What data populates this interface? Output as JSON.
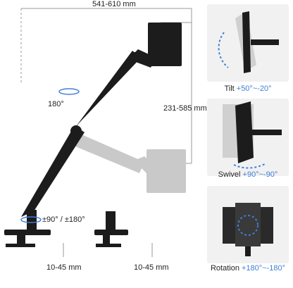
{
  "dimensions": {
    "width_range": "541-610 mm",
    "height_range": "231-585 mm",
    "elbow_rotation": "180°",
    "base_rotation": "±90° / ±180°",
    "clamp_left": "10-45 mm",
    "clamp_right": "10-45 mm"
  },
  "features": [
    {
      "name": "Tilt",
      "value": "+50°~-20°"
    },
    {
      "name": "Swivel",
      "value": "+90°~-90°"
    },
    {
      "name": "Rotation",
      "value": "+180°~-180°"
    }
  ],
  "colors": {
    "accent": "#3f7fd6",
    "arm": "#1c1c1c",
    "ghost": "#c9c9c9",
    "panel_bg": "#f1f1f1"
  },
  "icons": [
    "rotate-arrows-icon",
    "tilt-icon",
    "swivel-icon",
    "rotation-icon"
  ]
}
